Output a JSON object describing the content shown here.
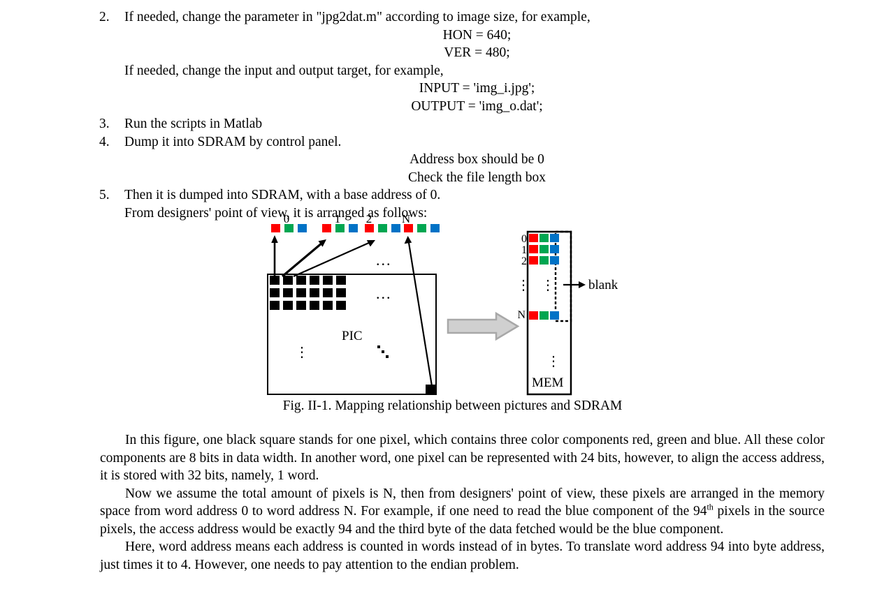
{
  "steps": [
    {
      "num": "2.",
      "text": "If needed, change the parameter in \"jpg2dat.m\" according to image size, for example,",
      "centered": [
        "HON = 640;",
        "VER = 480;"
      ],
      "sub": "If needed, change the input and output target, for example,",
      "centered2": [
        "INPUT = 'img_i.jpg';",
        "OUTPUT = 'img_o.dat';"
      ]
    },
    {
      "num": "3.",
      "text": "Run the scripts in Matlab"
    },
    {
      "num": "4.",
      "text": "Dump it into SDRAM by control panel.",
      "centered": [
        "Address box should be 0",
        "Check the file length box"
      ]
    },
    {
      "num": "5.",
      "text": "Then it is dumped into SDRAM, with a base address of 0.",
      "sub": "From designers' point of view, it is arranged as follows:"
    }
  ],
  "figure": {
    "column_labels": [
      "0",
      "1",
      "2",
      "N"
    ],
    "pic_label": "PIC",
    "mem_label": "MEM",
    "blank_label": "blank",
    "mem_row_labels": [
      "0",
      "1",
      "2",
      "N"
    ],
    "ellipsis_horizontal": "...",
    "ellipsis_vertical": "⋮",
    "colors": {
      "red": "#ff0000",
      "green": "#00a651",
      "blue": "#0072c6",
      "pixel_black": "#000000",
      "transfer_arrow": "#c0c0c0"
    },
    "caption": "Fig. II-1. Mapping relationship between pictures and SDRAM"
  },
  "paragraphs": [
    {
      "id": "p1",
      "parts": [
        {
          "t": "In this figure, one black square stands for one pixel, which contains three color components red, green and blue. All these color components are 8 bits in data width. In another word, one pixel can be represented with 24 bits, however, to align the access address, it is stored with 32 bits, namely, 1 word."
        }
      ]
    },
    {
      "id": "p2",
      "parts": [
        {
          "t": "Now we assume the total amount of pixels is N, then from designers' point of view, these pixels are arranged in the memory space from word address 0 to word address N. For example, if one need to read the blue component of the 94"
        },
        {
          "t": "th",
          "sup": true
        },
        {
          "t": " pixels in the source pixels, the access address would be exactly 94 and the third byte of the data fetched would be the blue component."
        }
      ]
    },
    {
      "id": "p3",
      "parts": [
        {
          "t": "Here, word address means each address is counted in words instead of in bytes. To translate word address 94 into byte address, just times it to 4. However, one needs to pay attention to the endian problem."
        }
      ]
    }
  ]
}
